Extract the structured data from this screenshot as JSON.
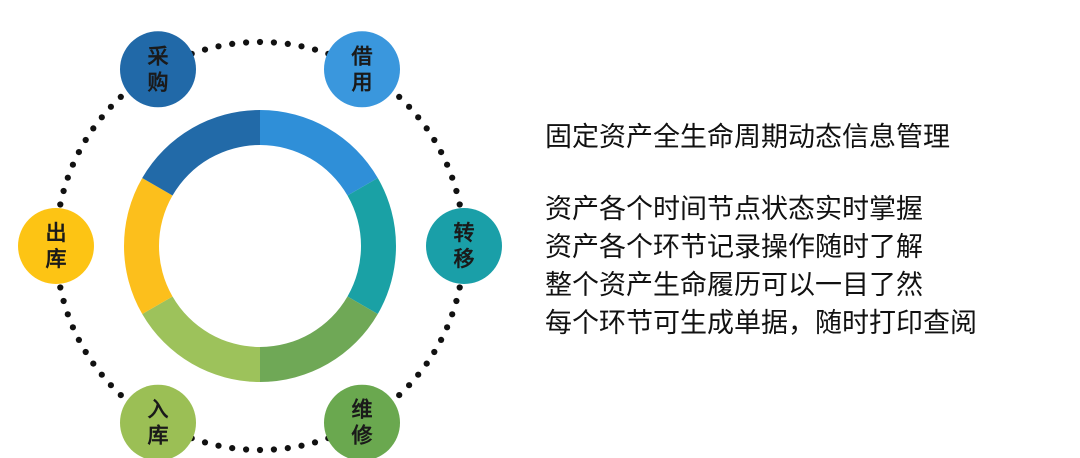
{
  "diagram": {
    "stages": [
      {
        "id": "caigou",
        "label": "采购",
        "color": "#2169a8"
      },
      {
        "id": "jieyong",
        "label": "借用",
        "color": "#3a97dd"
      },
      {
        "id": "zhuanyi",
        "label": "转移",
        "color": "#1a9fa8"
      },
      {
        "id": "weixiu",
        "label": "维修",
        "color": "#6aa84f"
      },
      {
        "id": "ruku",
        "label": "入库",
        "color": "#9bbf55"
      },
      {
        "id": "chuku",
        "label": "出库",
        "color": "#fdc414"
      }
    ],
    "ring_colors": [
      "#2f8fd8",
      "#1aa1a5",
      "#6fa856",
      "#9dc25b",
      "#fcbf1c",
      "#226aa8"
    ]
  },
  "info": {
    "heading": "固定资产全生命周期动态信息管理",
    "points": [
      "资产各个时间节点状态实时掌握",
      "资产各个环节记录操作随时了解",
      "整个资产生命履历可以一目了然",
      "每个环节可生成单据，随时打印查阅"
    ]
  }
}
